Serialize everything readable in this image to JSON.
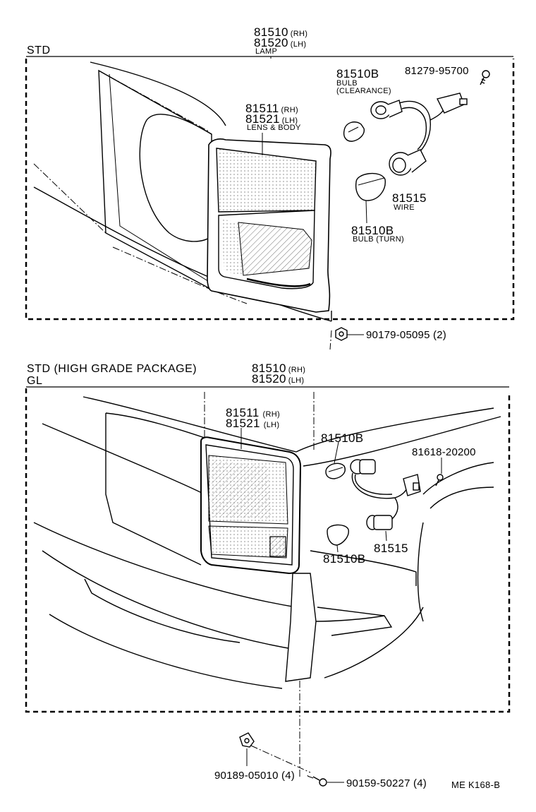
{
  "sections": {
    "std": {
      "title": "STD",
      "lamp": {
        "rh": "81510",
        "rh_suffix": "(RH)",
        "lh": "81520",
        "lh_suffix": "(LH)",
        "name": "LAMP"
      },
      "lens": {
        "rh": "81511",
        "rh_suffix": "(RH)",
        "lh": "81521",
        "lh_suffix": "(LH)",
        "name": "LENS & BODY"
      },
      "bulb_clearance": {
        "pn": "81510B",
        "name1": "BULB",
        "name2": "(CLEARANCE)"
      },
      "screw": {
        "pn": "81279-95700"
      },
      "wire": {
        "pn": "81515",
        "name": "WIRE"
      },
      "bulb_turn": {
        "pn": "81510B",
        "name": "BULB (TURN)"
      },
      "nut": {
        "pn": "90179-05095",
        "qty": "(2)"
      }
    },
    "high_grade": {
      "title1": "STD (HIGH  GRADE  PACKAGE)",
      "title2": "GL",
      "lamp": {
        "rh": "81510",
        "rh_suffix": "(RH)",
        "lh": "81520",
        "lh_suffix": "(LH)"
      },
      "lens": {
        "rh": "81511",
        "rh_suffix": "(RH)",
        "lh": "81521",
        "lh_suffix": "(LH)"
      },
      "bulb_upper": {
        "pn": "81510B"
      },
      "screw": {
        "pn": "81618-20200"
      },
      "bulb_lower": {
        "pn": "81510B"
      },
      "wire": {
        "pn": "81515"
      },
      "clip": {
        "pn": "90189-05010",
        "qty": "(4)"
      },
      "screw_lower": {
        "pn": "90159-50227",
        "qty": "(4)"
      }
    }
  },
  "figure_code": "ME  K168-B"
}
